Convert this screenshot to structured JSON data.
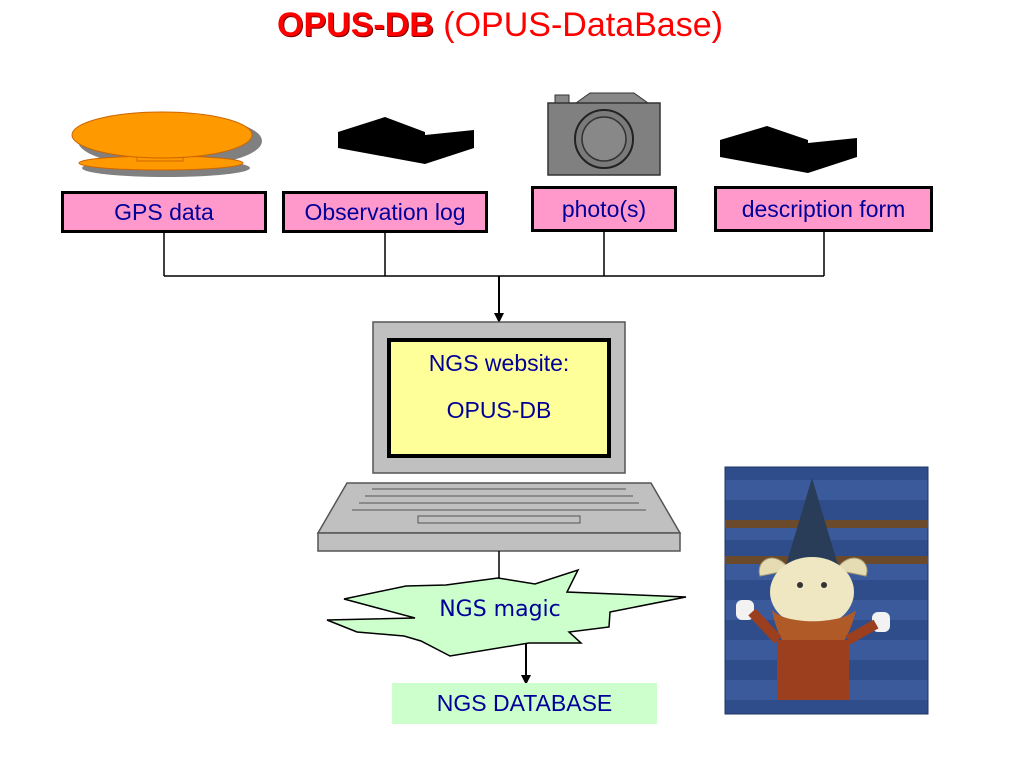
{
  "title": {
    "bold": "OPUS-DB",
    "rest": " (OPUS-DataBase)"
  },
  "inputs": [
    {
      "label": "GPS data",
      "icon": "gps-receiver-icon"
    },
    {
      "label": "Observation log",
      "icon": "document-icon"
    },
    {
      "label": "photo(s)",
      "icon": "camera-icon"
    },
    {
      "label": "description form",
      "icon": "document-icon"
    }
  ],
  "computer": {
    "line1": "NGS website:",
    "line2": "OPUS-DB",
    "icon": "laptop-icon"
  },
  "process": {
    "label": "NGS magic"
  },
  "output": {
    "label": "NGS DATABASE"
  },
  "image": {
    "icon": "gnome-photo"
  },
  "colors": {
    "title": "#ff0000",
    "text": "#000099",
    "input_box": "#ff99cc",
    "screen": "#ffff99",
    "process": "#ccffcc",
    "output": "#ccffcc",
    "gps": "#ff9900"
  }
}
